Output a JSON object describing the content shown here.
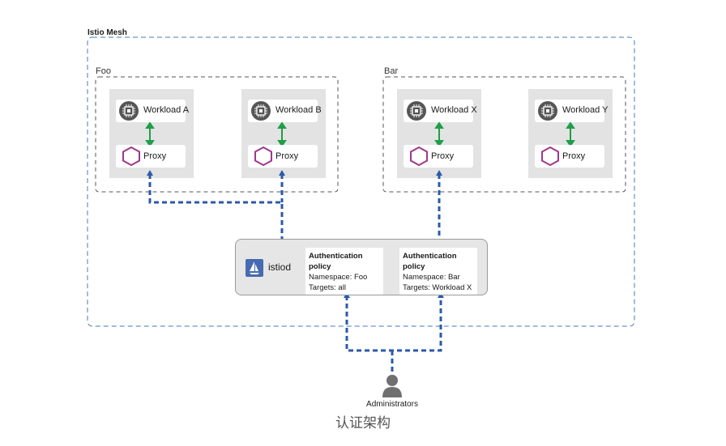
{
  "mesh": {
    "title": "Istio Mesh"
  },
  "namespaces": [
    {
      "name": "Foo",
      "workloads": [
        {
          "label": "Workload A"
        },
        {
          "label": "Workload B"
        }
      ]
    },
    {
      "name": "Bar",
      "workloads": [
        {
          "label": "Workload X"
        },
        {
          "label": "Workload Y"
        }
      ]
    }
  ],
  "proxy_label": "Proxy",
  "istiod": {
    "label": "istiod"
  },
  "policies": [
    {
      "title": "Authentication policy",
      "namespace": "Namespace: Foo",
      "targets": "Targets: all"
    },
    {
      "title": "Authentication policy",
      "namespace": "Namespace: Bar",
      "targets": "Targets: Workload X"
    }
  ],
  "admin": {
    "label": "Administrators"
  },
  "caption": "认证架构",
  "colors": {
    "dashed_blue": "#2b5aa8",
    "green_arrow": "#1f9e4a",
    "proxy_hex": "#a0378f",
    "chip_icon": "#555555",
    "card_bg": "#e3e3e3",
    "istio_logo": "#466bb0"
  },
  "icons": {
    "workload": "chip-icon",
    "proxy": "hexagon-icon",
    "istiod": "istio-sail-icon",
    "admin": "person-icon"
  }
}
